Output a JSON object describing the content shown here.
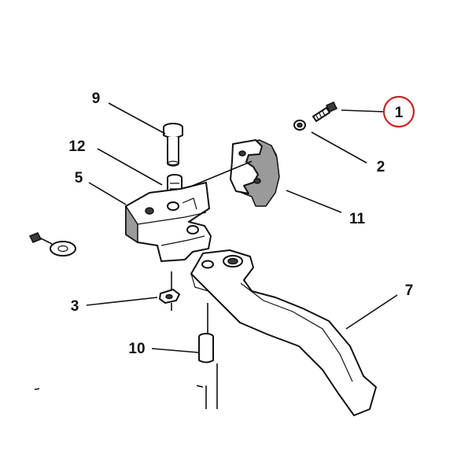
{
  "diagram": {
    "callouts": [
      {
        "id": "callout-1",
        "label": "1",
        "highlighted": true
      },
      {
        "id": "callout-2",
        "label": "2"
      },
      {
        "id": "callout-3",
        "label": "3"
      },
      {
        "id": "callout-5",
        "label": "5"
      },
      {
        "id": "callout-7",
        "label": "7"
      },
      {
        "id": "callout-9",
        "label": "9"
      },
      {
        "id": "callout-10",
        "label": "10"
      },
      {
        "id": "callout-11",
        "label": "11"
      },
      {
        "id": "callout-12",
        "label": "12"
      }
    ],
    "highlight_color": "#cc2222",
    "line_color": "#111111",
    "shade_color": "#9a9a9a"
  }
}
